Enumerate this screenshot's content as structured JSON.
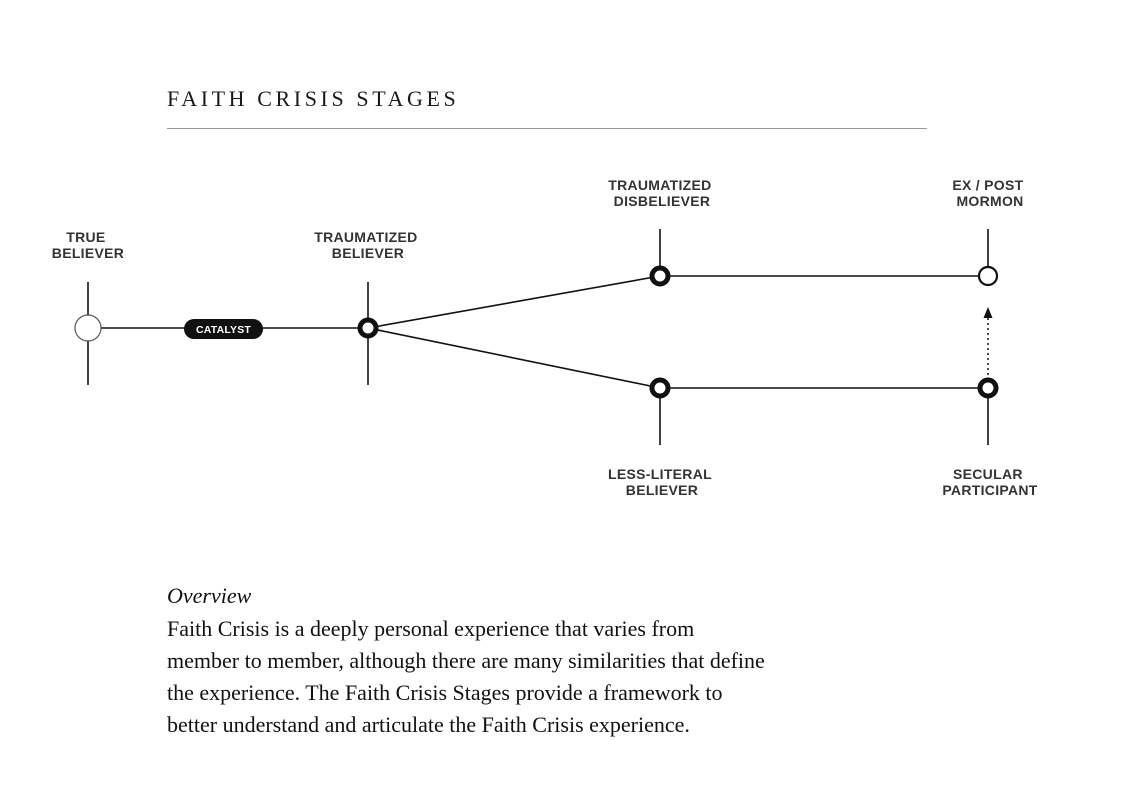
{
  "header": {
    "title": "FAITH CRISIS STAGES"
  },
  "diagram": {
    "stages": {
      "true_believer": [
        "TRUE",
        "BELIEVER"
      ],
      "traumatized_believer": [
        "TRAUMATIZED",
        "BELIEVER"
      ],
      "traumatized_disbeliever": [
        "TRAUMATIZED",
        "DISBELIEVER"
      ],
      "ex_post_mormon": [
        "EX / POST",
        "MORMON"
      ],
      "less_literal_believer": [
        "LESS-LITERAL",
        "BELIEVER"
      ],
      "secular_participant": [
        "SECULAR",
        "PARTICIPANT"
      ]
    },
    "catalyst_label": "CATALYST",
    "colors": {
      "line": "#111111",
      "node_fill": "#ffffff",
      "label": "#333333",
      "pill": "#111111"
    }
  },
  "overview": {
    "heading": "Overview",
    "lines": [
      "Faith Crisis is a deeply personal experience that varies from",
      "member to member, although there are many similarities that define",
      "the experience. The Faith Crisis Stages provide a framework to",
      "better understand and articulate the Faith Crisis experience."
    ]
  }
}
